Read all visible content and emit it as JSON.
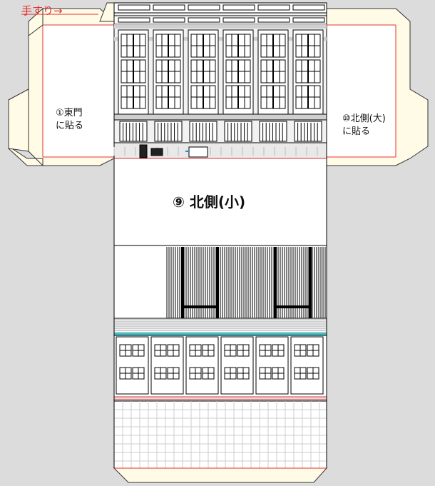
{
  "handrail_label": "手すり",
  "handrail_arrow": "→",
  "left_flap": {
    "line1": "①東門",
    "line2": "に貼る"
  },
  "right_flap": {
    "line1": "⑩北側(大)",
    "line2": "に貼る"
  },
  "center_title": "⑨ 北側(小)",
  "colors": {
    "background": "#dcdcdc",
    "flap_fill": "#fffbe6",
    "cut_line": "#e53030",
    "accent_line": "#2ec4d0"
  }
}
